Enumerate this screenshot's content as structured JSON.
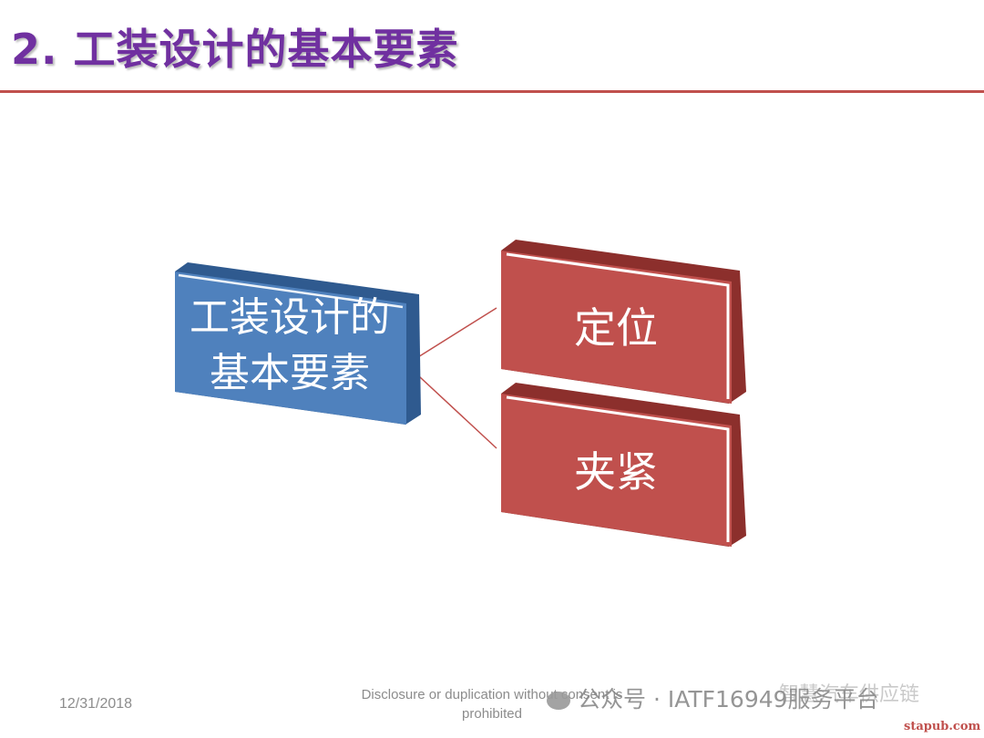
{
  "slide": {
    "title": "2. 工装设计的基本要素"
  },
  "diagram": {
    "root": {
      "line1": "工装设计的",
      "line2": "基本要素",
      "color": "#4f81bd"
    },
    "children": [
      {
        "label": "定位",
        "color": "#c0504d"
      },
      {
        "label": "夹紧",
        "color": "#c0504d"
      }
    ],
    "connector_color": "#c0504d"
  },
  "footer": {
    "date": "12/31/2018",
    "disclaimer": "Disclosure or duplication without consent is prohibited"
  },
  "watermark": {
    "text": "公众号 · IATF16949服务平台",
    "secondary": "智慧汽车供应链",
    "site": "stapub.com"
  }
}
